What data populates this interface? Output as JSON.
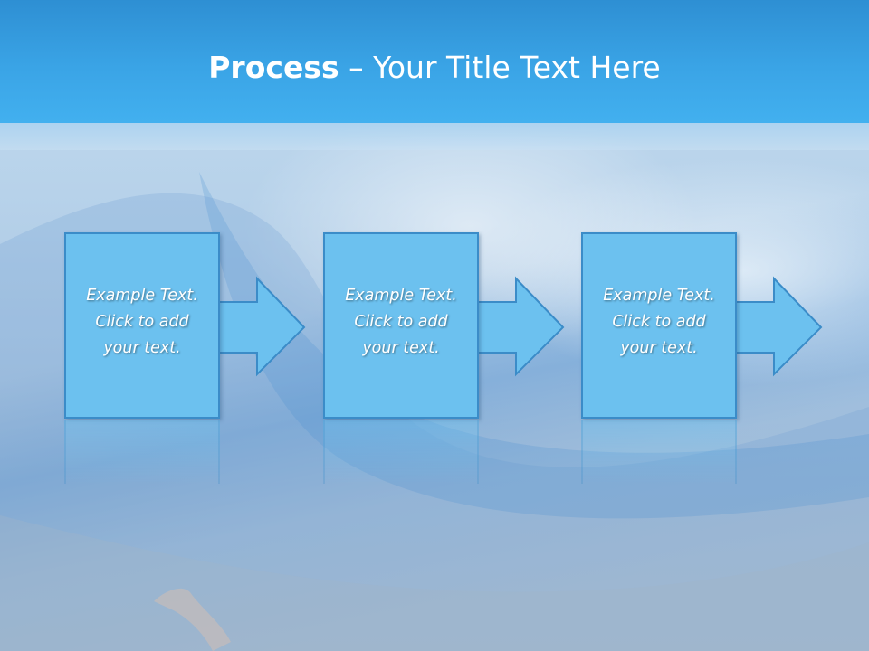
{
  "slide": {
    "title_bold": "Process",
    "title_rest": " – Your Title Text Here",
    "colors": {
      "title_bar": "#3aa4e6",
      "box_fill": "#6cc1ef",
      "box_border": "#3b8cc8",
      "text": "#ffffff"
    },
    "steps": [
      {
        "text": "Example Text.\nClick  to add\nyour text."
      },
      {
        "text": "Example Text.\nClick  to add\nyour text."
      },
      {
        "text": "Example Text.\nClick  to add\nyour text."
      }
    ]
  }
}
